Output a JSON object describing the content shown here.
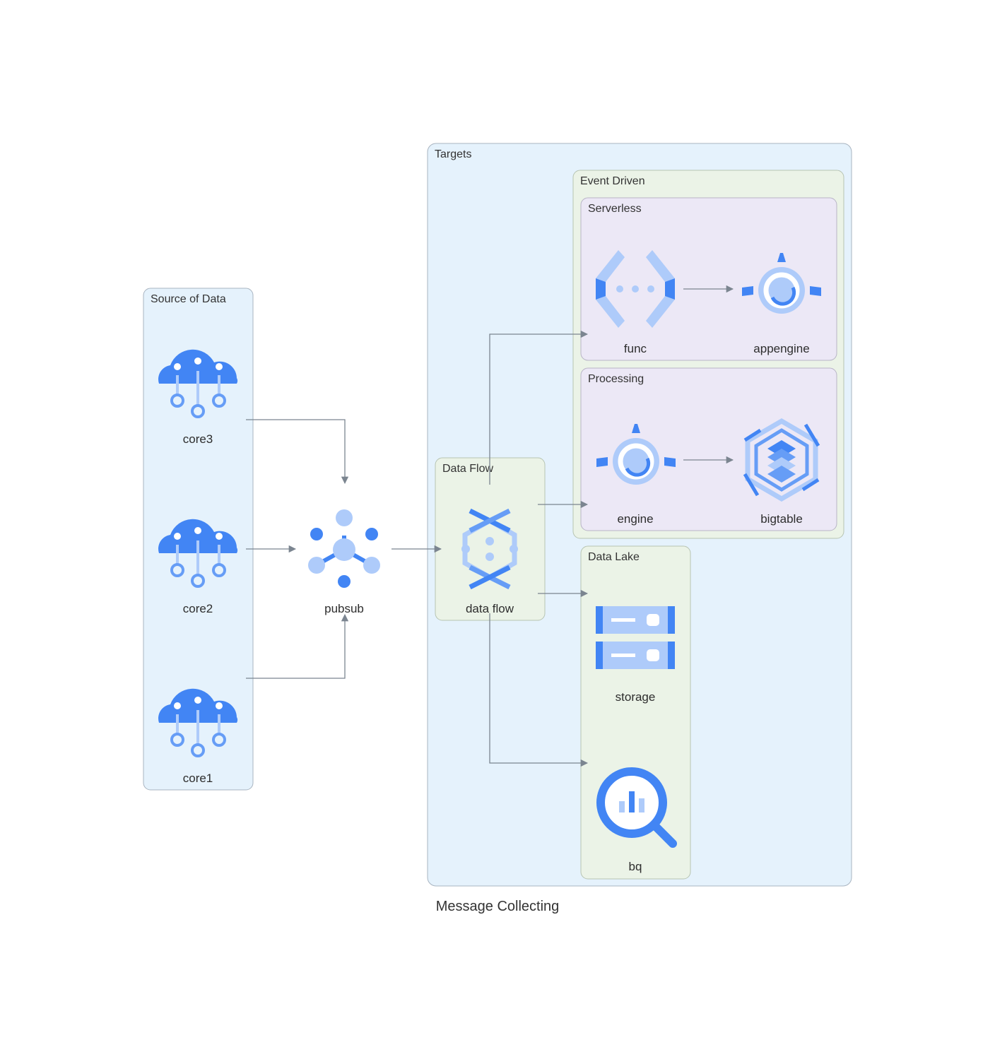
{
  "diagram": {
    "title": "Message Collecting",
    "clusters": {
      "source": "Source of Data",
      "targets": "Targets",
      "event_driven": "Event Driven",
      "serverless": "Serverless",
      "processing": "Processing",
      "data_flow": "Data Flow",
      "data_lake": "Data Lake"
    },
    "nodes": {
      "core3": "core3",
      "core2": "core2",
      "core1": "core1",
      "pubsub": "pubsub",
      "dataflow": "data flow",
      "func": "func",
      "appengine": "appengine",
      "engine": "engine",
      "bigtable": "bigtable",
      "storage": "storage",
      "bq": "bq"
    },
    "edges": [
      {
        "from": "core3",
        "to": "pubsub"
      },
      {
        "from": "core2",
        "to": "pubsub"
      },
      {
        "from": "core1",
        "to": "pubsub"
      },
      {
        "from": "pubsub",
        "to": "data flow"
      },
      {
        "from": "data flow",
        "to": "func"
      },
      {
        "from": "data flow",
        "to": "engine"
      },
      {
        "from": "data flow",
        "to": "storage"
      },
      {
        "from": "data flow",
        "to": "bq"
      },
      {
        "from": "func",
        "to": "appengine"
      },
      {
        "from": "engine",
        "to": "bigtable"
      }
    ]
  },
  "colors": {
    "source_fill": "#e5f2fc",
    "targets_fill": "#e5f2fc",
    "event_fill": "#ebf3e7",
    "serverless_fill": "#ece8f6",
    "lake_fill": "#ebf3e7",
    "icon_blue": "#4285f4",
    "icon_light": "#aecbfa",
    "icon_mid": "#669df6"
  }
}
